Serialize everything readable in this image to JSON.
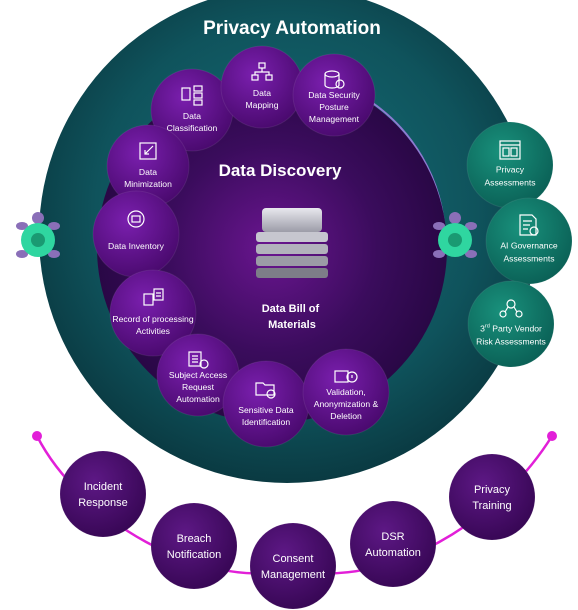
{
  "outer_title": "Privacy Automation",
  "center_title": "Data Discovery",
  "center_label": [
    "Data Bill of",
    "Materials"
  ],
  "ring_items": [
    {
      "lines": [
        "Data",
        "Classification"
      ],
      "icon": "classification-icon"
    },
    {
      "lines": [
        "Data",
        "Mapping"
      ],
      "icon": "mapping-icon"
    },
    {
      "lines": [
        "Data Security",
        "Posture",
        "Management"
      ],
      "icon": "database-shield-icon"
    },
    {
      "lines": [
        "Data",
        "Minimization"
      ],
      "icon": "minimize-icon"
    },
    {
      "lines": [
        "Data Inventory"
      ],
      "icon": "inventory-icon"
    },
    {
      "lines": [
        "Record of processing",
        "Activities"
      ],
      "icon": "records-icon"
    },
    {
      "lines": [
        "Subject Access",
        "Request",
        "Automation"
      ],
      "icon": "request-icon"
    },
    {
      "lines": [
        "Sensitive Data",
        "Identification"
      ],
      "icon": "folder-search-icon"
    },
    {
      "lines": [
        "Validation,",
        "Anonymization &",
        "Deletion"
      ],
      "icon": "validation-icon"
    }
  ],
  "right_items": [
    {
      "lines": [
        "Privacy",
        "Assessments"
      ],
      "icon": "window-icon"
    },
    {
      "lines": [
        "AI Governance",
        "Assessments"
      ],
      "icon": "document-search-icon"
    },
    {
      "lines": [
        "3rd Party Vendor",
        "Risk Assessments"
      ],
      "icon": "vendor-network-icon"
    }
  ],
  "bottom_items": [
    {
      "lines": [
        "Incident",
        "Response"
      ]
    },
    {
      "lines": [
        "Breach",
        "Notification"
      ]
    },
    {
      "lines": [
        "Consent",
        "Management"
      ]
    },
    {
      "lines": [
        "DSR",
        "Automation"
      ]
    },
    {
      "lines": [
        "Privacy",
        "Training"
      ]
    }
  ],
  "colors": {
    "outer_ring": "#0d4a52",
    "inner_circle": "#3a0d5a",
    "ring_node": "#5e1488",
    "teal_node": "#0e7a68",
    "bottom_node": "#4a0f6e",
    "accent_magenta": "#e21fd8"
  }
}
